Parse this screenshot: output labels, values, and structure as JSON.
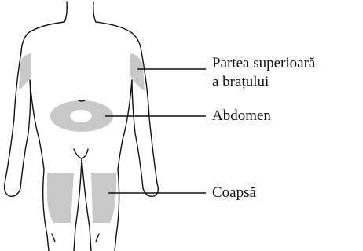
{
  "labels": {
    "upper_arm_line1": "Partea superioară",
    "upper_arm_line2": "a brațului",
    "abdomen": "Abdomen",
    "thigh": "Coapsă"
  },
  "colors": {
    "outline": "#111111",
    "site_fill": "#c8c8c8",
    "background": "#ffffff"
  }
}
